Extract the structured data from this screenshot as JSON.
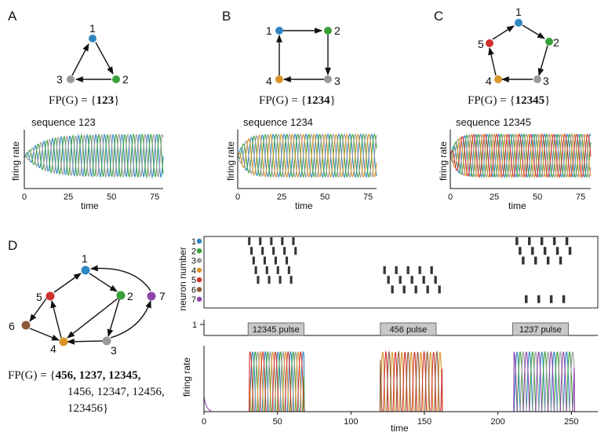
{
  "colors": {
    "n1": "#2e86c1",
    "n2": "#3aa03a",
    "n3": "#9a9a9a",
    "n4": "#d9942a",
    "n5": "#d0312d",
    "n6": "#8b5a3c",
    "n7": "#8e44ad",
    "pulse_fill": "#c8c8c8"
  },
  "panel_A": {
    "letter": "A",
    "nodes": [
      "1",
      "2",
      "3"
    ],
    "fp_prefix": "FP(G) = {",
    "fp_sets": [
      "123"
    ],
    "fp_suffix": "}",
    "seq_title": "sequence 123",
    "ylabel": "firing rate",
    "xlabel": "time",
    "xticks": [
      "0",
      "25",
      "50",
      "75"
    ]
  },
  "panel_B": {
    "letter": "B",
    "nodes": [
      "1",
      "2",
      "3",
      "4"
    ],
    "fp_prefix": "FP(G) = {",
    "fp_sets": [
      "1234"
    ],
    "fp_suffix": "}",
    "seq_title": "sequence 1234",
    "ylabel": "firing rate",
    "xlabel": "time",
    "xticks": [
      "0",
      "25",
      "50",
      "75"
    ]
  },
  "panel_C": {
    "letter": "C",
    "nodes": [
      "1",
      "2",
      "3",
      "4",
      "5"
    ],
    "fp_prefix": "FP(G) = {",
    "fp_sets": [
      "12345"
    ],
    "fp_suffix": "}",
    "seq_title": "sequence 12345",
    "ylabel": "firing rate",
    "xlabel": "time",
    "xticks": [
      "0",
      "25",
      "50",
      "75"
    ]
  },
  "panel_D": {
    "letter": "D",
    "nodes": [
      "1",
      "2",
      "3",
      "4",
      "5",
      "6",
      "7"
    ],
    "fp_prefix": "FP(G) = {",
    "fp_line1_bold": "456, 1237, 12345,",
    "fp_line2": "1456, 12347, 12456,",
    "fp_line3": "123456}",
    "raster_ylabel": "neuron number",
    "raster_rows": [
      "1",
      "2",
      "3",
      "4",
      "5",
      "6",
      "7"
    ],
    "pulse_axis_tick": "1",
    "pulses": [
      {
        "label": "12345 pulse",
        "start": 30,
        "end": 68
      },
      {
        "label": "456 pulse",
        "start": 120,
        "end": 158
      },
      {
        "label": "1237 pulse",
        "start": 210,
        "end": 248
      }
    ],
    "rate_ylabel": "firing rate",
    "xlabel": "time",
    "xticks": [
      "0",
      "50",
      "100",
      "150",
      "200",
      "250"
    ],
    "xlim": [
      0,
      268
    ]
  }
}
